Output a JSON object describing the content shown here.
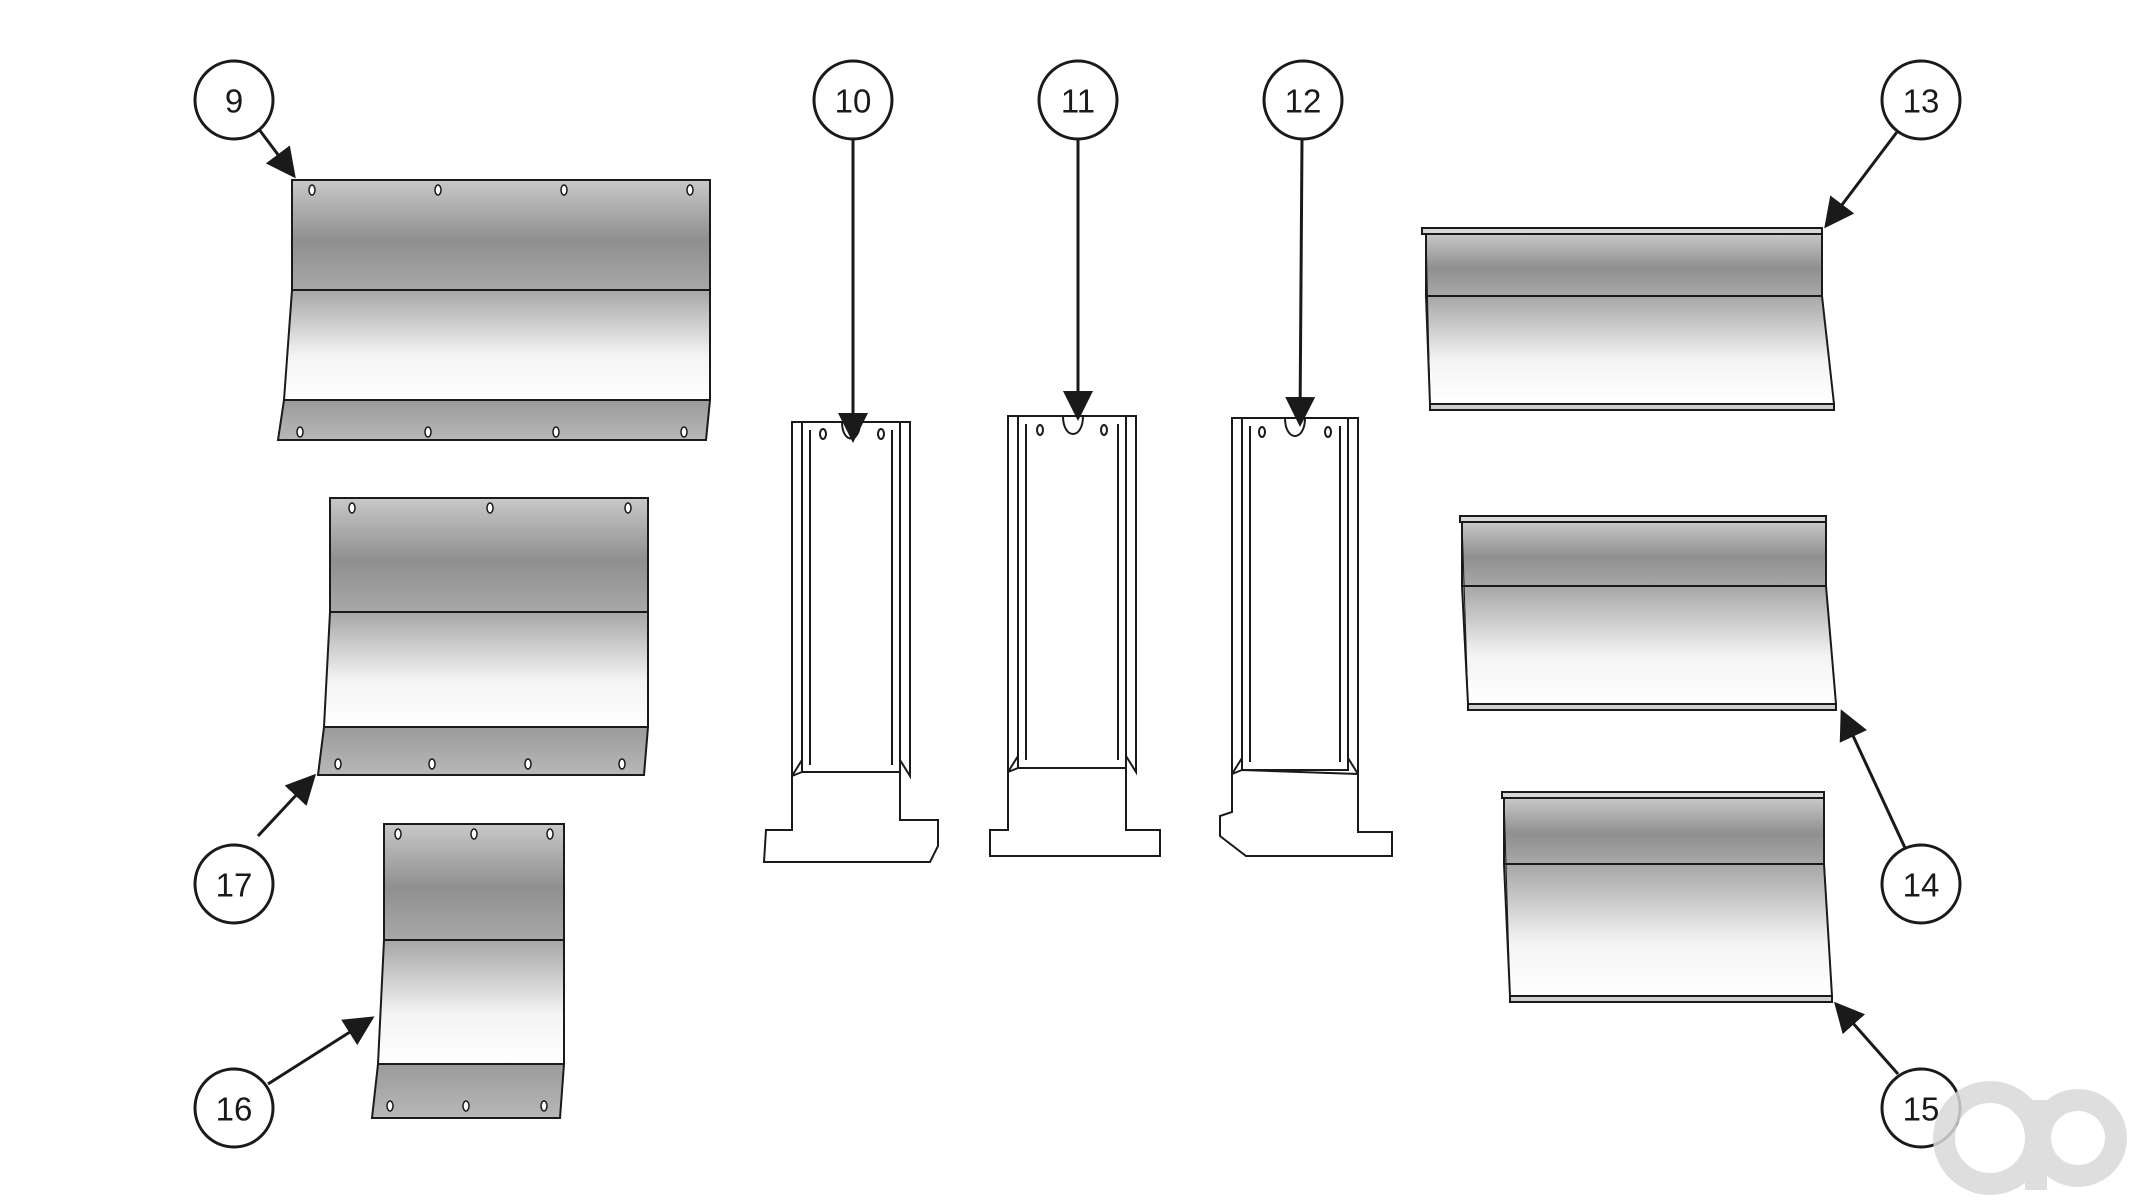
{
  "callouts": [
    {
      "label": "9"
    },
    {
      "label": "10"
    },
    {
      "label": "11"
    },
    {
      "label": "12"
    },
    {
      "label": "13"
    },
    {
      "label": "14"
    },
    {
      "label": "15"
    },
    {
      "label": "16"
    },
    {
      "label": "17"
    }
  ],
  "colors": {
    "line": "#1a1a1a",
    "panel_dark": "#8a8a8a",
    "panel_mid": "#b4b4b4",
    "panel_light": "#f6f6f6",
    "flange": "#a9a9a9",
    "watermark": "#d9d9d9"
  }
}
